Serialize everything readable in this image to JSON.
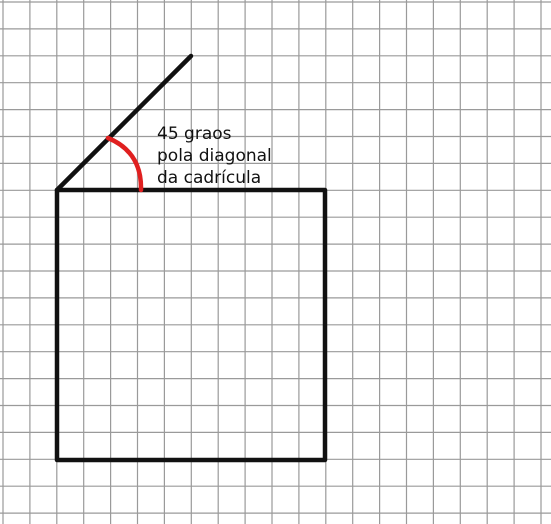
{
  "figure": {
    "annotation_lines": [
      "45 graos",
      "pola diagonal",
      "da cadrícula"
    ]
  },
  "colors": {
    "background": "#ffffff",
    "grid": "#9a9a9a",
    "shape_stroke": "#111111",
    "angle_arc": "#e02020"
  }
}
